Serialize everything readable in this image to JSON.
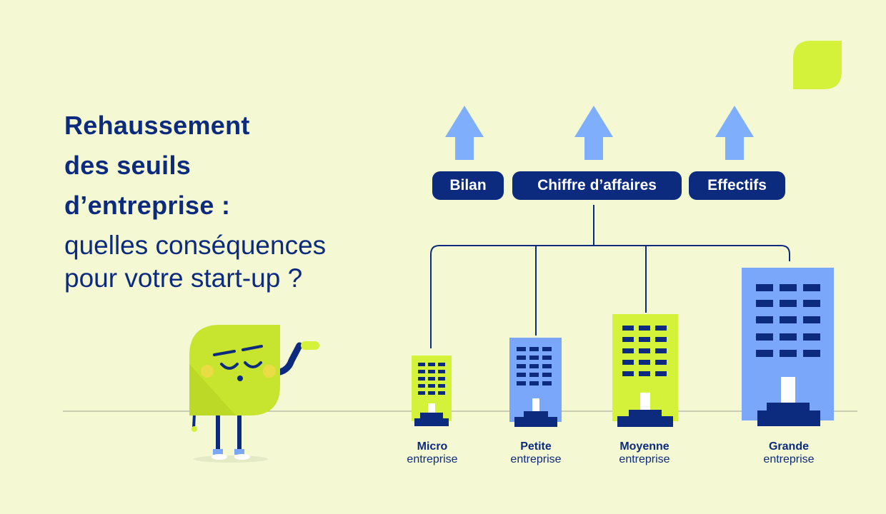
{
  "title": {
    "line1": "Rehaussement",
    "line2": "des seuils",
    "line3": "d’entreprise :",
    "line4": "quelles conséquences",
    "line5": "pour votre start-up ?"
  },
  "criteria": [
    {
      "label": "Bilan"
    },
    {
      "label": "Chiffre d’affaires"
    },
    {
      "label": "Effectifs"
    }
  ],
  "companies": [
    {
      "name": "Micro",
      "sub": "entreprise"
    },
    {
      "name": "Petite",
      "sub": "entreprise"
    },
    {
      "name": "Moyenne",
      "sub": "entreprise"
    },
    {
      "name": "Grande",
      "sub": "entreprise"
    }
  ],
  "colors": {
    "background": "#F4F9D4",
    "navy": "#0D2B7E",
    "lime": "#D4F23A",
    "blue": "#7BA7FB",
    "arrow": "#7FAEFC"
  },
  "icons": [
    "arrow-up-icon",
    "building-icon",
    "leaf-logo-icon",
    "leaf-mascot"
  ]
}
